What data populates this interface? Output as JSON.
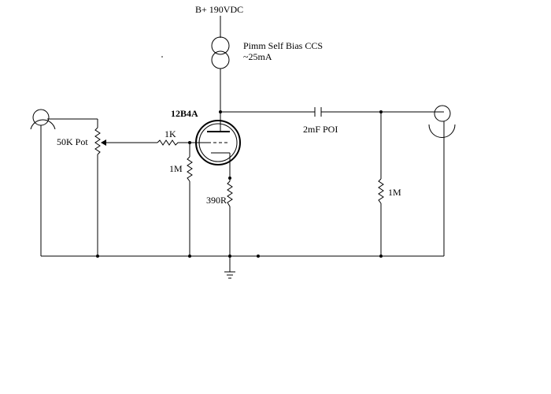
{
  "labels": {
    "supply": "B+ 190VDC",
    "ccs_line1": "Pimm Self Bias CCS",
    "ccs_line2": "~25mA",
    "tube": "12B4A",
    "coupling_cap": "2mF POI",
    "volume_pot": "50K Pot",
    "grid_stopper": "1K",
    "grid_leak": "1M",
    "cathode_resistor": "390R",
    "output_resistor": "1M"
  },
  "colors": {
    "ink": "#000000",
    "background": "#ffffff"
  },
  "icons": {
    "input_jack": "rca-jack-icon",
    "output_jack": "rca-jack-icon",
    "ground": "ground-icon",
    "current_source": "current-source-icon",
    "tube": "triode-icon",
    "capacitor": "capacitor-icon"
  }
}
